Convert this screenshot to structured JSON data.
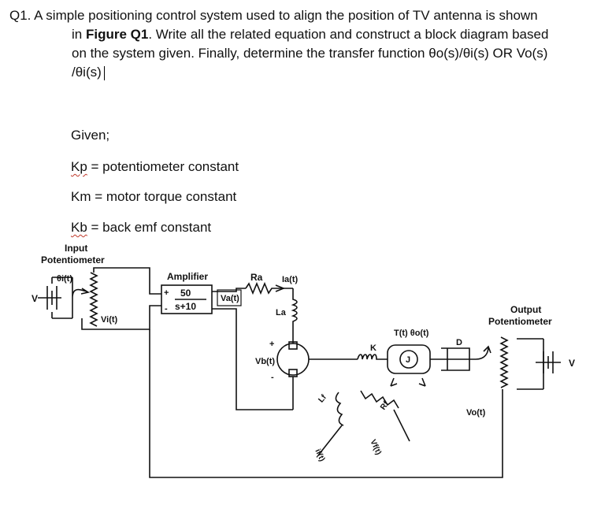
{
  "question": {
    "line1": "Q1. A simple positioning control system used to align the position of TV antenna is shown",
    "line2_pre": "in ",
    "line2_bold": "Figure Q1",
    "line2_post": ". Write all the related equation and construct a block diagram based",
    "line3": "on the system given. Finally, determine the transfer function θo(s)/θi(s) OR Vo(s)",
    "line4": "/θi(s)"
  },
  "given": {
    "heading": "Given;",
    "kp_symbol": "Kp",
    "kp_text": " = potentiometer constant",
    "km_text": "Km = motor torque constant",
    "kb_symbol": "Kb",
    "kb_text": " = back emf constant"
  },
  "figure": {
    "input_pot_title_1": "Input",
    "input_pot_title_2": "Potentiometer",
    "theta_i": "θi(t)",
    "vi": "Vi(t)",
    "v_left": "V",
    "amp_title": "Amplifier",
    "amp_num": "50",
    "amp_den": "s+10",
    "amp_plus": "+",
    "amp_minus": "-",
    "va": "Va(t)",
    "ra": "Ra",
    "ia": "Ia(t)",
    "la": "La",
    "vb_plus": "+",
    "vb": "Vb(t)",
    "vb_minus": "-",
    "k": "K",
    "torque_theta": "T(t) θo(t)",
    "j": "J",
    "d": "D",
    "output_pot_title_1": "Output",
    "output_pot_title_2": "Potentiometer",
    "v_right": "V",
    "vo": "Vo(t)",
    "lf": "Lf",
    "rf": "Rf",
    "if": "if(t)",
    "vf": "Vf(t)"
  }
}
